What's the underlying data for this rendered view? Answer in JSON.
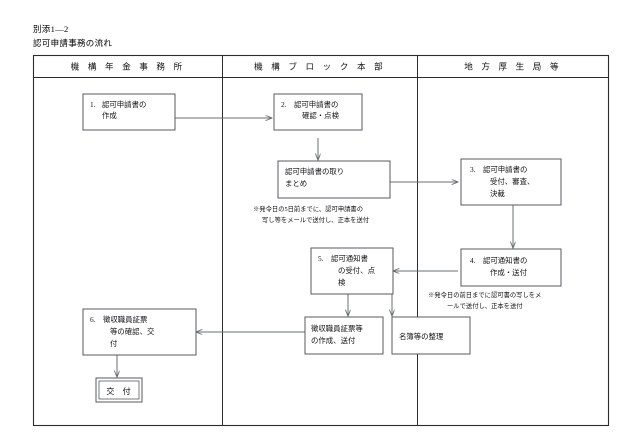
{
  "document": {
    "ref_number": "別添1—2",
    "title": "認可申請事務の流れ"
  },
  "columns": [
    {
      "id": "kiko-nenkin",
      "header": "機 構 年 金 事 務 所"
    },
    {
      "id": "kiko-block",
      "header": "機 構 ブ ロ ッ ク 本 部"
    },
    {
      "id": "chihou-kousei",
      "header": "地 方 厚 生 局 等"
    }
  ],
  "nodes": {
    "n1": {
      "number": "1.",
      "lines": [
        "認可申請書の",
        "作成"
      ],
      "column": "kiko-nenkin"
    },
    "n2": {
      "number": "2.",
      "lines": [
        "認可申請書の",
        "確認・点検"
      ],
      "column": "kiko-block"
    },
    "n_torimatome": {
      "number": "",
      "lines": [
        "認可申請書の取り",
        "まとめ"
      ],
      "column": "kiko-block"
    },
    "n3": {
      "number": "3.",
      "lines": [
        "認可申請書の",
        "受付、審査、",
        "決裁"
      ],
      "column": "chihou-kousei"
    },
    "n4": {
      "number": "4.",
      "lines": [
        "認可通知書の",
        "作成・送付"
      ],
      "column": "chihou-kousei"
    },
    "n5": {
      "number": "5.",
      "lines": [
        "認可通知書",
        "の受付、点",
        "検"
      ],
      "column": "kiko-block"
    },
    "n_shouhyou_sakusei": {
      "number": "",
      "lines": [
        "徴収職員証票等",
        "の作成、送付"
      ],
      "column": "kiko-block"
    },
    "n_meibo": {
      "number": "",
      "lines": [
        "名簿等の整理"
      ],
      "column": "kiko-block"
    },
    "n6": {
      "number": "6.",
      "lines": [
        "徴収職員証票",
        "等の確認、交",
        "付"
      ],
      "column": "kiko-nenkin"
    },
    "n_koufu": {
      "number": "",
      "lines": [
        "交 付"
      ],
      "column": "kiko-nenkin",
      "terminal": true
    }
  },
  "notes": {
    "note_block": [
      "※発令日の5日前までに、認可申請書の",
      "写し等をメールで送付し、正本を送付"
    ],
    "note_kousei": [
      "※発令日の前日までに認可書の写しをメ",
      "ールで送付し、正本を送付"
    ]
  },
  "colors": {
    "frame": "#2b2b2b",
    "node_border": "#555a5f",
    "connector": "#6a6f74",
    "text": "#111111",
    "background": "#ffffff"
  }
}
